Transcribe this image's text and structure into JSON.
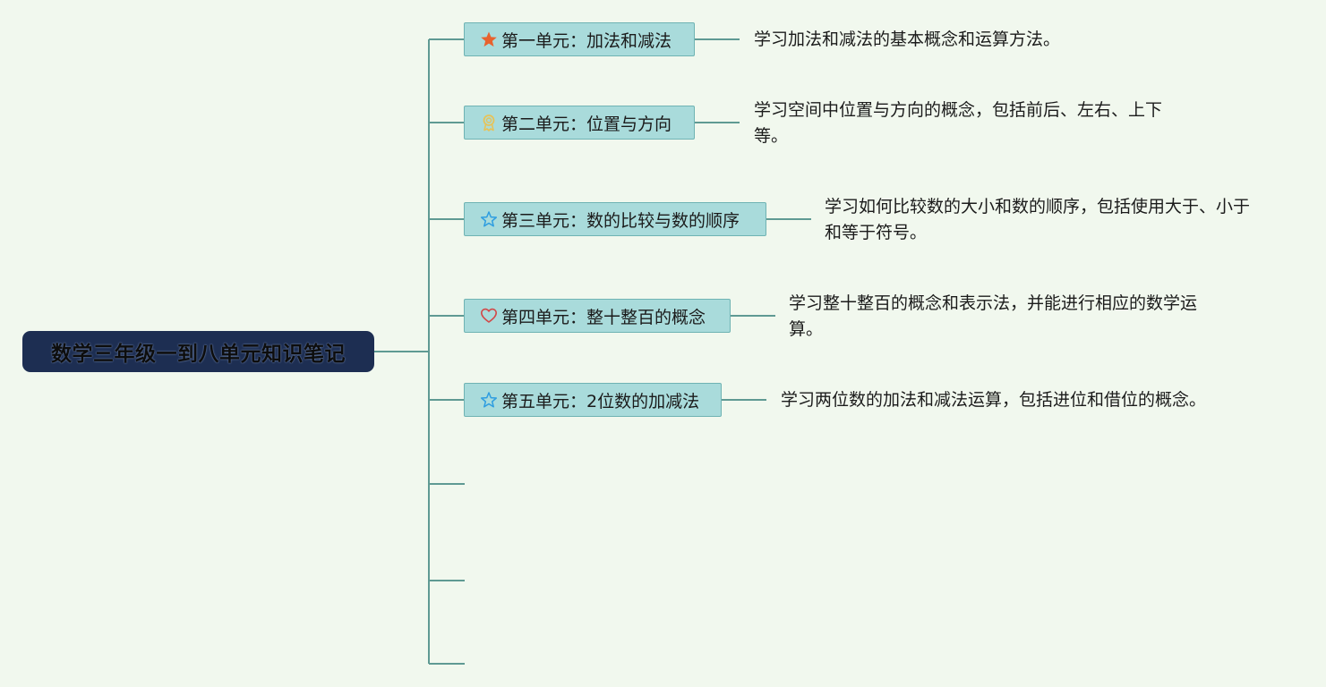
{
  "root": {
    "title": "数学三年级一到八单元知识笔记"
  },
  "units": [
    {
      "label": "第一单元：加法和减法",
      "icon": "star-filled-icon",
      "icon_color": "#e8622e",
      "desc_lines": [
        "学习加法和减法的基本概念和运算方法。"
      ]
    },
    {
      "label": "第二单元：位置与方向",
      "icon": "ribbon-medal-icon",
      "icon_color": "#e6c35a",
      "desc_lines": [
        "学习空间中位置与方向的概念，包括前后、左右、上下",
        "等。"
      ]
    },
    {
      "label": "第三单元：数的比较与数的顺序",
      "icon": "star-outline-icon",
      "icon_color": "#2e9de0",
      "desc_lines": [
        "学习如何比较数的大小和数的顺序，包括使用大于、小于",
        "和等于符号。"
      ]
    },
    {
      "label": "第四单元：整十整百的概念",
      "icon": "heart-outline-icon",
      "icon_color": "#d24848",
      "desc_lines": [
        "学习整十整百的概念和表示法，并能进行相应的数学运",
        "算。"
      ]
    },
    {
      "label": "第五单元：2位数的加减法",
      "icon": "star-outline-icon",
      "icon_color": "#2e9de0",
      "desc_lines": [
        "学习两位数的加法和减法运算，包括进位和借位的概念。"
      ]
    }
  ],
  "colors": {
    "connector": "#5f9a93",
    "background": "#f1f8ee",
    "root_fill": "#1d2e52",
    "unit_fill": "#a9dbdb"
  }
}
